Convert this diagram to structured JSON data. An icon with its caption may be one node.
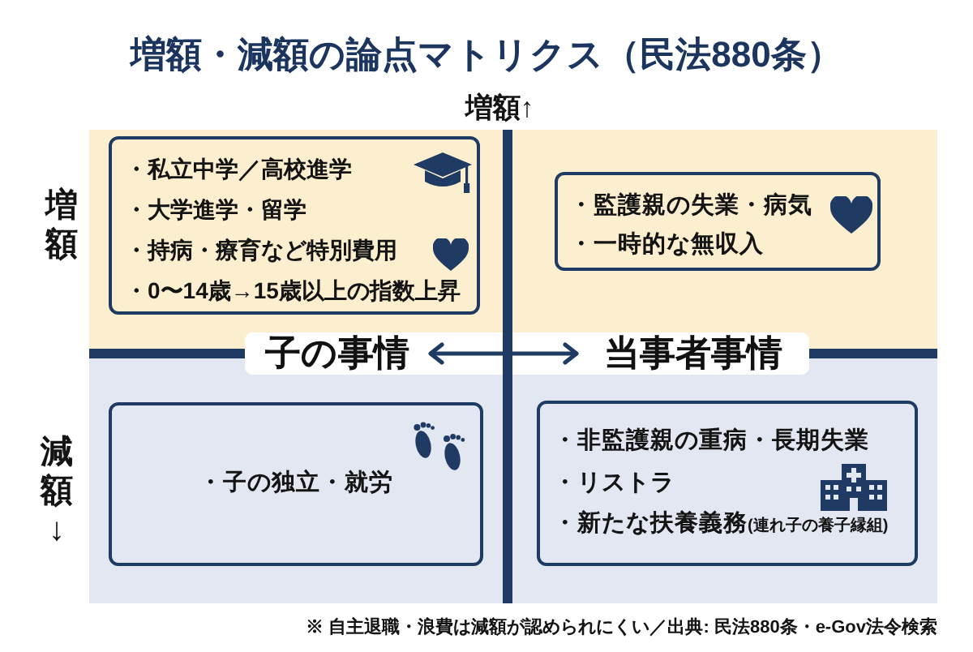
{
  "diagram": {
    "title": "増額・減額の論点マトリクス（民法880条）",
    "nodes": [
      {
        "text": [
          "・私立中学／高校進学",
          "・大学進学・留学",
          "・持病・療育など特別費用",
          "・0〜14歳→15歳以上の指数上昇"
        ]
      },
      {
        "text": [
          "・監護親の失業・病気",
          "・一時的な無収入"
        ]
      },
      {
        "text": [
          "子の事情"
        ]
      },
      {
        "text": [
          "当事者事情"
        ]
      },
      {
        "text": [
          "・子の独立・就労"
        ]
      },
      {
        "text": [
          "・非監護親の重病・長期失業",
          "・リストラ",
          "・新たな扶養義務",
          "(連れ子の養子縁組)"
        ]
      }
    ],
    "edges": [
      {
        "from": 2,
        "to": 3,
        "arrow": "both"
      }
    ],
    "labels": [
      "増額↑",
      "増額",
      "減額↓",
      "※ 自主退職・浪費は減額が認められにくい／出典: 民法880条・e-Gov法令検索"
    ]
  }
}
